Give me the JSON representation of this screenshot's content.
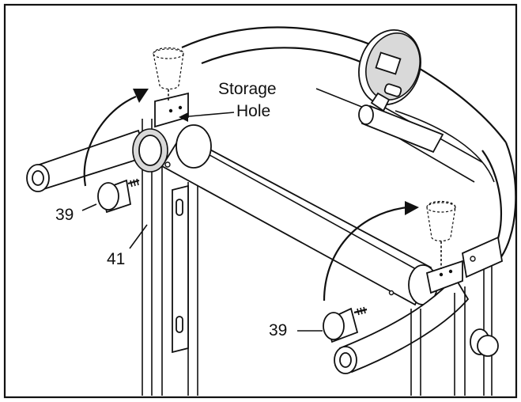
{
  "labels": {
    "storage_line1": "Storage",
    "storage_line2": "Hole",
    "part_39_left": "39",
    "part_41": "41",
    "part_39_right": "39"
  },
  "colors": {
    "line": "#111111",
    "shade": "#d9d9d9",
    "background": "#ffffff"
  }
}
